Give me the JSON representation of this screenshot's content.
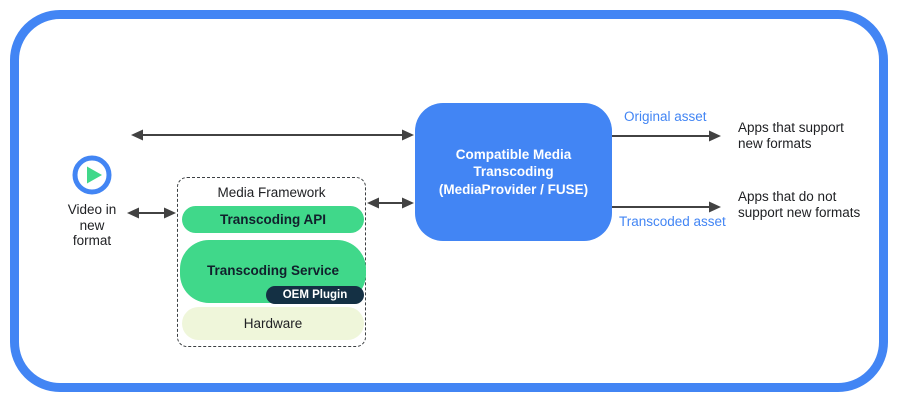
{
  "video_source": {
    "label_lines": [
      "Video in",
      "new",
      "format"
    ]
  },
  "media_framework": {
    "title": "Media Framework",
    "api_label": "Transcoding API",
    "service_label": "Transcoding Service",
    "oem_label": "OEM Plugin",
    "hardware_label": "Hardware"
  },
  "transcoding_box": {
    "line1": "Compatible Media",
    "line2": "Transcoding",
    "line3": "(MediaProvider / FUSE)"
  },
  "outputs": {
    "original": {
      "label": "Original asset",
      "target_lines": [
        "Apps that support",
        "new formats"
      ]
    },
    "transcoded": {
      "label": "Transcoded asset",
      "target_lines": [
        "Apps that do not",
        "support new formats"
      ]
    }
  },
  "colors": {
    "accent_blue": "#4285f4",
    "green": "#40d88a",
    "dark_navy": "#143044",
    "cream": "#eff6da",
    "arrow_gray": "#424242"
  },
  "icons": {
    "play": "play-icon"
  }
}
